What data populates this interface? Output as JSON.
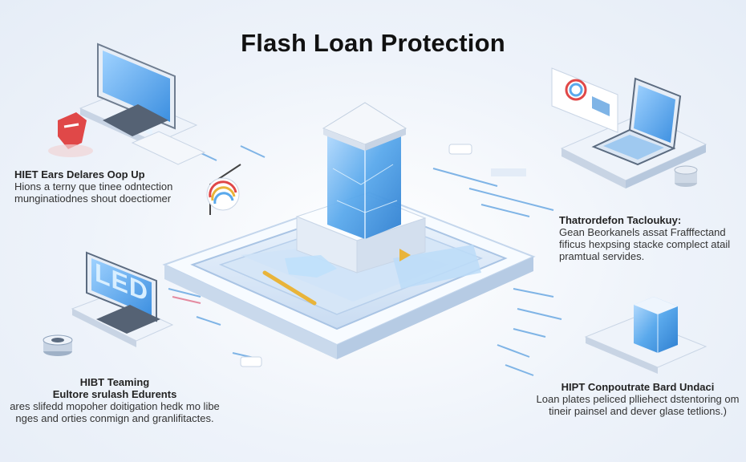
{
  "title": "Flash Loan Protection",
  "screen_left_text": "LED",
  "blocks": {
    "top_left": {
      "heading": "HIET Ears Delares Oop Up",
      "line1": "Hions a terny que tinee odntection",
      "line2": "munginatiodnes shout doectiomer"
    },
    "right": {
      "heading": "Thatrordefon Tacloukuy:",
      "line1": "Gean Beorkanels assat Frafffectand",
      "line2": "fificus hexpsing stacke complect atail",
      "line3": "pramtual servides."
    },
    "bottom_left": {
      "heading1": "HIBT Teaming",
      "heading2": "Eultore srulash Edurents",
      "line1": "ares slifedd mopoher doitigation hedk mo libe",
      "line2": "nges and orties conmign and granlifitactes."
    },
    "bottom_right": {
      "heading": "HIPT Conpoutrate Bard Undaci",
      "line1": "Loan plates peliced plliehect dstentoring om",
      "line2": "tineir painsel and dever glase tetlions.)"
    }
  },
  "colors": {
    "accent_blue": "#5aa9ec",
    "platform": "#dbe8f7",
    "alert_red": "#e04848",
    "gold": "#e9b43a"
  }
}
